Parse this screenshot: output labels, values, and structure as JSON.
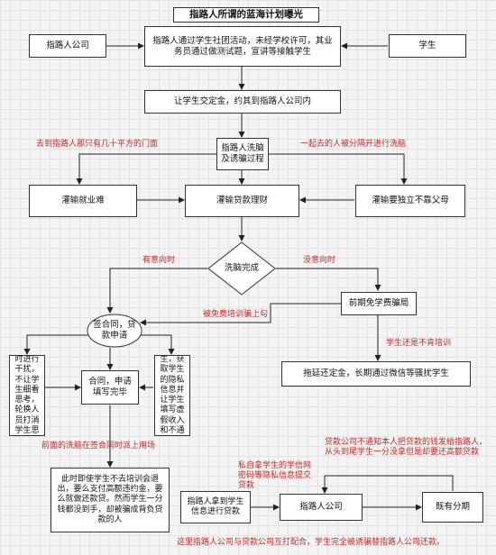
{
  "title": "指路人所谓的蓝海计划曝光",
  "nodes": {
    "company": "指路人公司",
    "intro": "指路人通过学生社团活动，未经学校许可，其业务员通过做测试题，宣讲等接触学生",
    "student": "学生",
    "deposit": "让学生交定金，约其到指路人公司内",
    "brainwash": "指路人洗脑及诱骗过程",
    "employment": "灌输就业难",
    "loan_finance": "灌输贷款理财",
    "independence": "灌输要独立不靠父母",
    "decision": "洗脑完成",
    "free_training": "前期免学费骗局",
    "sign_loan": "签合同，贷款申请",
    "left_column": "签合同时进行干扰，不让学生细看思考，轮换人员打消学生思路",
    "contract_form": "合同，申请填写完毕",
    "right_column": "欺骗学生，获取学生的隐私信息并让学生填写虚假收入和不通知父母",
    "delay": "拖延还定金，长期通过微信等骚扰学生",
    "refund_text": "此时即使学生不去培训会退出，要么支付高额违约金，要么就做还款贷。然而学生一分钱都没到手，却被骗成背负贷款的人",
    "student_submit": "指路人拿到学生信息进行贷款",
    "company_bottom": "指路人公司",
    "installment": "既有分期"
  },
  "annotations": {
    "small_office": "去到指路人那只有几十平方的门面",
    "separated": "一起去的人被分隔开进行洗脑",
    "intent": "有意向时",
    "no_intent": "没意向时",
    "free_training_hook": "被免费培训骗上勾",
    "still_no": "学生还是不肯培训",
    "earlier_brainwash": "前面的洗脑在签合同时派上用场",
    "private_data": "私自拿学生的学信网密码等隐私信息提交贷款",
    "loan_company": "贷款公司不通知本人把贷款的钱发给指路人，从头到尾学生一分没拿但是却要还高额贷款",
    "bottom_note": "这里指路人公司与贷款公司互打配合，学生完全被诱骗替指路人公司还款。"
  }
}
